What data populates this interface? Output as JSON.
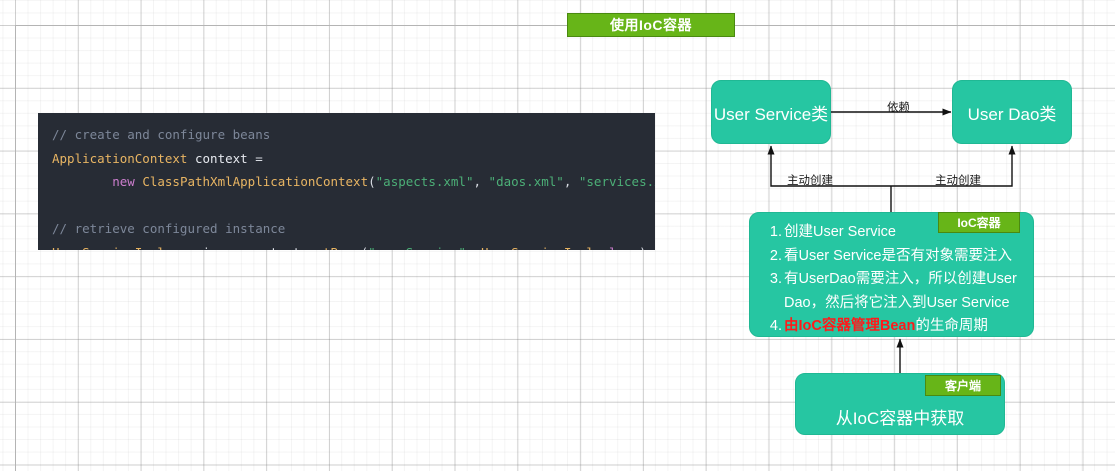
{
  "title_banner": {
    "label": "使用IoC容器",
    "bg_color": "#67b518",
    "text_color": "#ffffff"
  },
  "code_block": {
    "bg_color": "#272c35",
    "lines": [
      {
        "tokens": [
          {
            "text": "// create and configure beans",
            "style": "comment"
          }
        ]
      },
      {
        "tokens": [
          {
            "text": "ApplicationContext",
            "style": "type"
          },
          {
            "text": " ",
            "style": "punc"
          },
          {
            "text": "context",
            "style": "var"
          },
          {
            "text": " = ",
            "style": "op"
          }
        ]
      },
      {
        "tokens": [
          {
            "text": "        ",
            "style": "punc"
          },
          {
            "text": "new",
            "style": "kw"
          },
          {
            "text": " ",
            "style": "punc"
          },
          {
            "text": "ClassPathXmlApplicationContext",
            "style": "type"
          },
          {
            "text": "(",
            "style": "punc"
          },
          {
            "text": "\"aspects.xml\"",
            "style": "str"
          },
          {
            "text": ", ",
            "style": "punc"
          },
          {
            "text": "\"daos.xml\"",
            "style": "str"
          },
          {
            "text": ", ",
            "style": "punc"
          },
          {
            "text": "\"services.xml\"",
            "style": "str"
          },
          {
            "text": ");",
            "style": "punc"
          }
        ]
      },
      {
        "tokens": [
          {
            "text": "",
            "style": "punc"
          }
        ]
      },
      {
        "tokens": [
          {
            "text": "// retrieve configured instance",
            "style": "comment"
          }
        ]
      },
      {
        "tokens": [
          {
            "text": "UserServiceImpl",
            "style": "type"
          },
          {
            "text": " ",
            "style": "punc"
          },
          {
            "text": "service",
            "style": "var"
          },
          {
            "text": " = ",
            "style": "op"
          },
          {
            "text": "context",
            "style": "var"
          },
          {
            "text": ".",
            "style": "punc"
          },
          {
            "text": "getBean",
            "style": "fn"
          },
          {
            "text": "(",
            "style": "punc"
          },
          {
            "text": "\"userService\"",
            "style": "str"
          },
          {
            "text": ", ",
            "style": "punc"
          },
          {
            "text": "UserServiceImpl",
            "style": "type"
          },
          {
            "text": ".",
            "style": "punc"
          },
          {
            "text": "class",
            "style": "kw"
          },
          {
            "text": ");",
            "style": "punc"
          }
        ]
      }
    ]
  },
  "diagram": {
    "node_color": "#26c6a2",
    "node_text_color": "#ffffff",
    "nodes": {
      "user_service": {
        "label": "User Service类"
      },
      "user_dao": {
        "label": "User Dao类"
      },
      "ioc_container": {
        "badge": "IoC容器",
        "items": [
          {
            "parts": [
              {
                "text": "创建User Service",
                "emphasis": false
              }
            ]
          },
          {
            "parts": [
              {
                "text": "看User Service是否有对象需要注入",
                "emphasis": false
              }
            ]
          },
          {
            "parts": [
              {
                "text": "有UserDao需要注入，所以创建User Dao，然后将它注入到User Service",
                "emphasis": false
              }
            ]
          },
          {
            "parts": [
              {
                "text": "由IoC容器管理Bean",
                "emphasis": true
              },
              {
                "text": "的生命周期",
                "emphasis": false
              }
            ]
          }
        ]
      },
      "client": {
        "badge": "客户端",
        "label": "从IoC容器中获取"
      }
    },
    "edges": [
      {
        "id": "depends",
        "label": "依赖",
        "from": "user_service",
        "to": "user_dao"
      },
      {
        "id": "create_left",
        "label": "主动创建",
        "from": "ioc_container",
        "to": "user_service"
      },
      {
        "id": "create_right",
        "label": "主动创建",
        "from": "ioc_container",
        "to": "user_dao"
      },
      {
        "id": "fetch",
        "label": "",
        "from": "client",
        "to": "ioc_container"
      }
    ],
    "highlight_color": "#ff1a1a",
    "badge_color": "#67b518"
  }
}
